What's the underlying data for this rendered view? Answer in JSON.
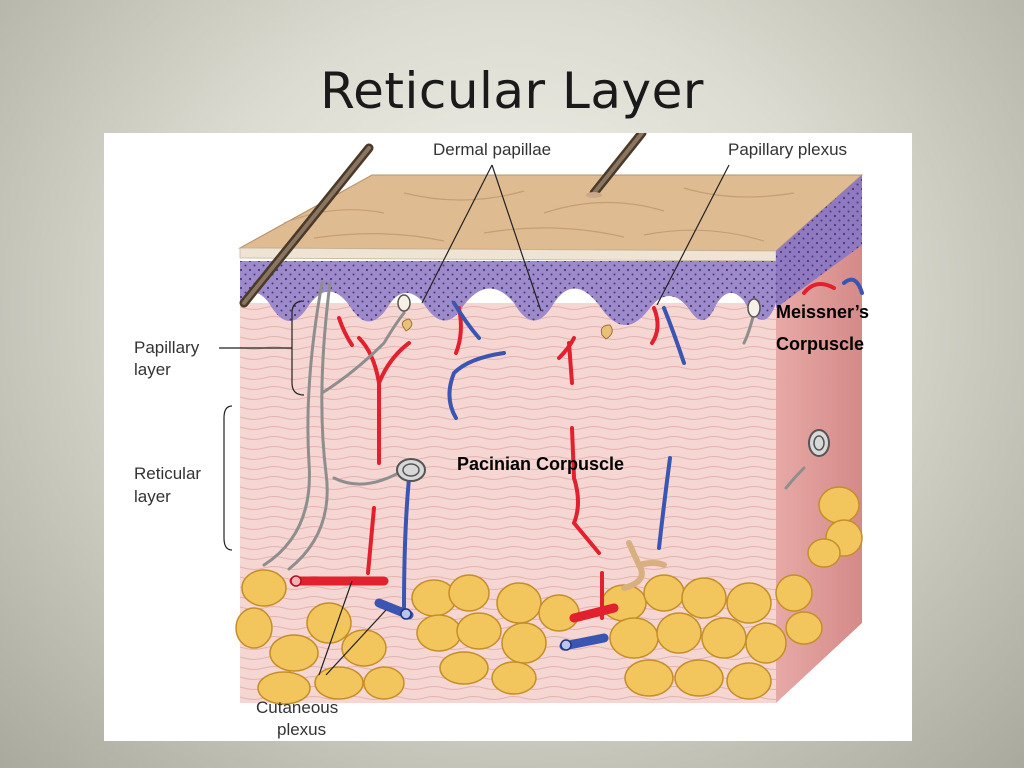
{
  "slide": {
    "title": "Reticular Layer"
  },
  "labels": {
    "dermal_papillae": "Dermal papillae",
    "papillary_plexus": "Papillary plexus",
    "papillary_layer_1": "Papillary",
    "papillary_layer_2": "layer",
    "reticular_layer_1": "Reticular",
    "reticular_layer_2": "layer",
    "cutaneous_plexus_1": "Cutaneous",
    "cutaneous_plexus_2": "plexus",
    "meissners_1": "Meissner’s",
    "meissners_2": "Corpuscle",
    "pacinian": "Pacinian Corpuscle"
  },
  "colors": {
    "epidermis_top": "#d8b48a",
    "epidermis_purple": "#9a86c6",
    "dermis": "#f3d3cf",
    "fat": "#f0c45a",
    "artery": "#e0212f",
    "vein": "#3a55b0",
    "nerve": "#9a9a9a"
  }
}
